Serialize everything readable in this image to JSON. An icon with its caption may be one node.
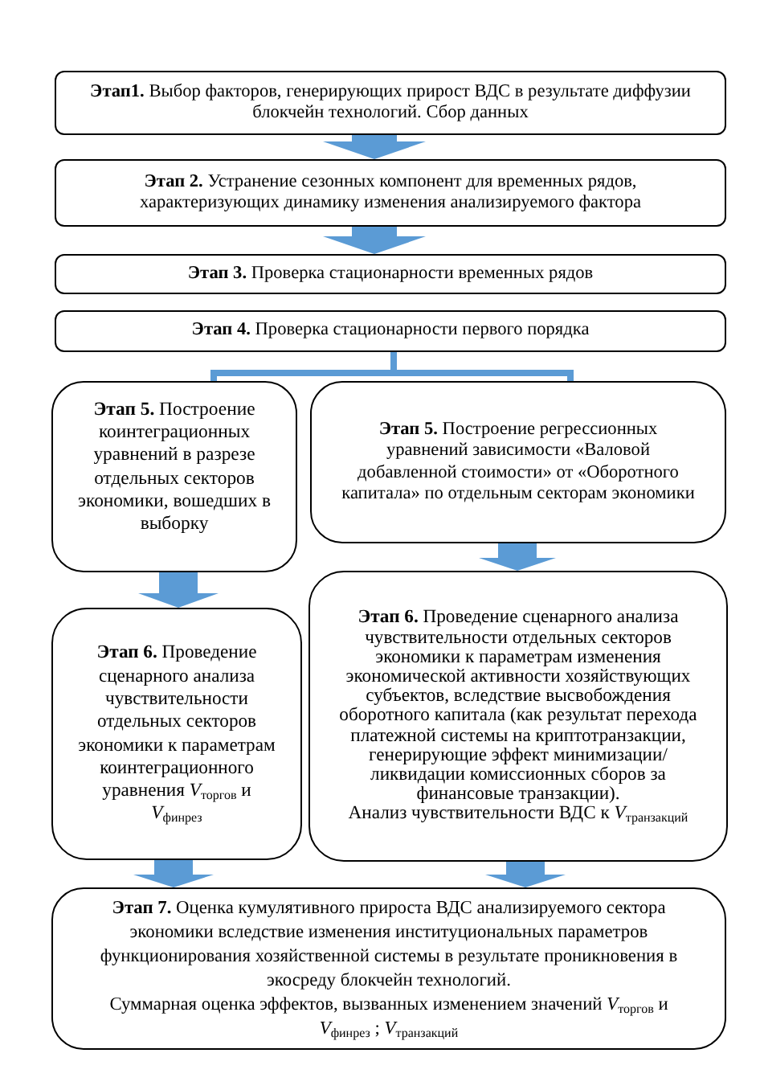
{
  "diagram": {
    "nodes": [
      {
        "text": [
          "**Этап1.** Выбор факторов, генерирующих прирост ВДС в результате диффузии блокчейн технологий. Сбор данных"
        ]
      },
      {
        "text": [
          "**Этап 2.** Устранение сезонных компонент для временных рядов, характеризующих динамику изменения анализируемого фактора"
        ]
      },
      {
        "text": [
          "**Этап 3.** Проверка стационарности временных рядов"
        ]
      },
      {
        "text": [
          "**Этап 4.** Проверка стационарности первого порядка"
        ]
      },
      {
        "text": [
          "**Этап 5.** Построение коинтеграционных уравнений в разрезе отдельных секторов экономики, вошедших в выборку"
        ]
      },
      {
        "text": [
          "**Этап 5.** Построение регрессионных уравнений зависимости «Валовой добавленной стоимости» от «Оборотного капитала» по отдельным секторам экономики"
        ]
      },
      {
        "text": [
          "**Этап 6.** Проведение сценарного анализа чувствительности отдельных секторов экономики к параметрам коинтеграционного уравнения *V*$_{торгов}$ и *V*$_{финрез}$"
        ]
      },
      {
        "text": [
          "**Этап 6.** Проведение сценарного анализа чувствительности отдельных секторов экономики к параметрам изменения экономической активности хозяйствующих субъектов, вследствие высвобождения оборотного капитала (как результат перехода платежной системы на криптотранзакции, генерирующие эффект минимизации/ликвидации комиссионных сборов за финансовые транзакции).",
          "Анализ чувствительности ВДС к *V*$_{транзакций}$"
        ]
      },
      {
        "text": [
          "**Этап 7.** Оценка кумулятивного прироста ВДС анализируемого сектора экономики вследствие изменения институциональных параметров функционирования хозяйственной системы в результате проникновения в экосреду блокчейн технологий.",
          "Суммарная оценка эффектов, вызванных изменением значений *V*$_{торгов}$ и *V*$_{финрез}$ ; *V*$_{транзакций}$"
        ]
      }
    ],
    "edges": [
      {
        "from": 0,
        "to": 1,
        "arrow": "to"
      },
      {
        "from": 1,
        "to": 2,
        "arrow": "to"
      },
      {
        "from": 3,
        "to": 4,
        "arrow": "none"
      },
      {
        "from": 3,
        "to": 5,
        "arrow": "none"
      },
      {
        "from": 4,
        "to": 6,
        "arrow": "to"
      },
      {
        "from": 5,
        "to": 7,
        "arrow": "to"
      },
      {
        "from": 6,
        "to": 8,
        "arrow": "to"
      },
      {
        "from": 7,
        "to": 8,
        "arrow": "to"
      }
    ]
  }
}
